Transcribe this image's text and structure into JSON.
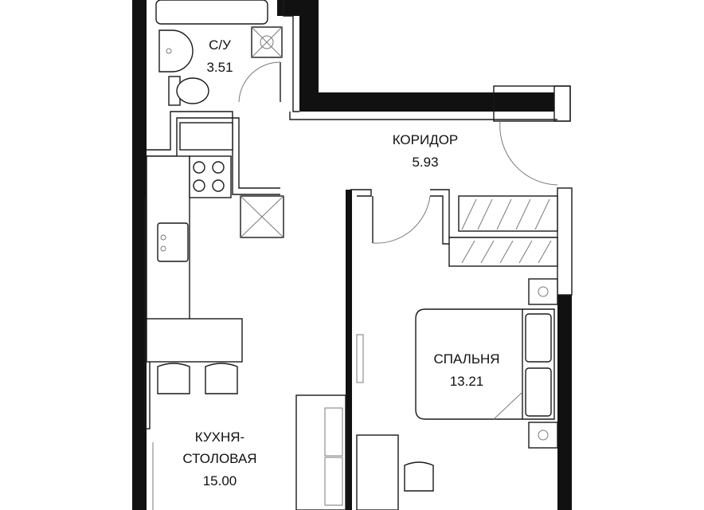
{
  "rooms": {
    "bathroom": {
      "name": "С/У",
      "area": "3.51"
    },
    "corridor": {
      "name": "КОРИДОР",
      "area": "5.93"
    },
    "bedroom": {
      "name": "СПАЛЬНЯ",
      "area": "13.21"
    },
    "kitchen": {
      "name_line1": "КУХНЯ-",
      "name_line2": "СТОЛОВАЯ",
      "area": "15.00"
    }
  },
  "colors": {
    "wall": "#111111",
    "line": "#1a1a1a",
    "background": "#ffffff"
  }
}
